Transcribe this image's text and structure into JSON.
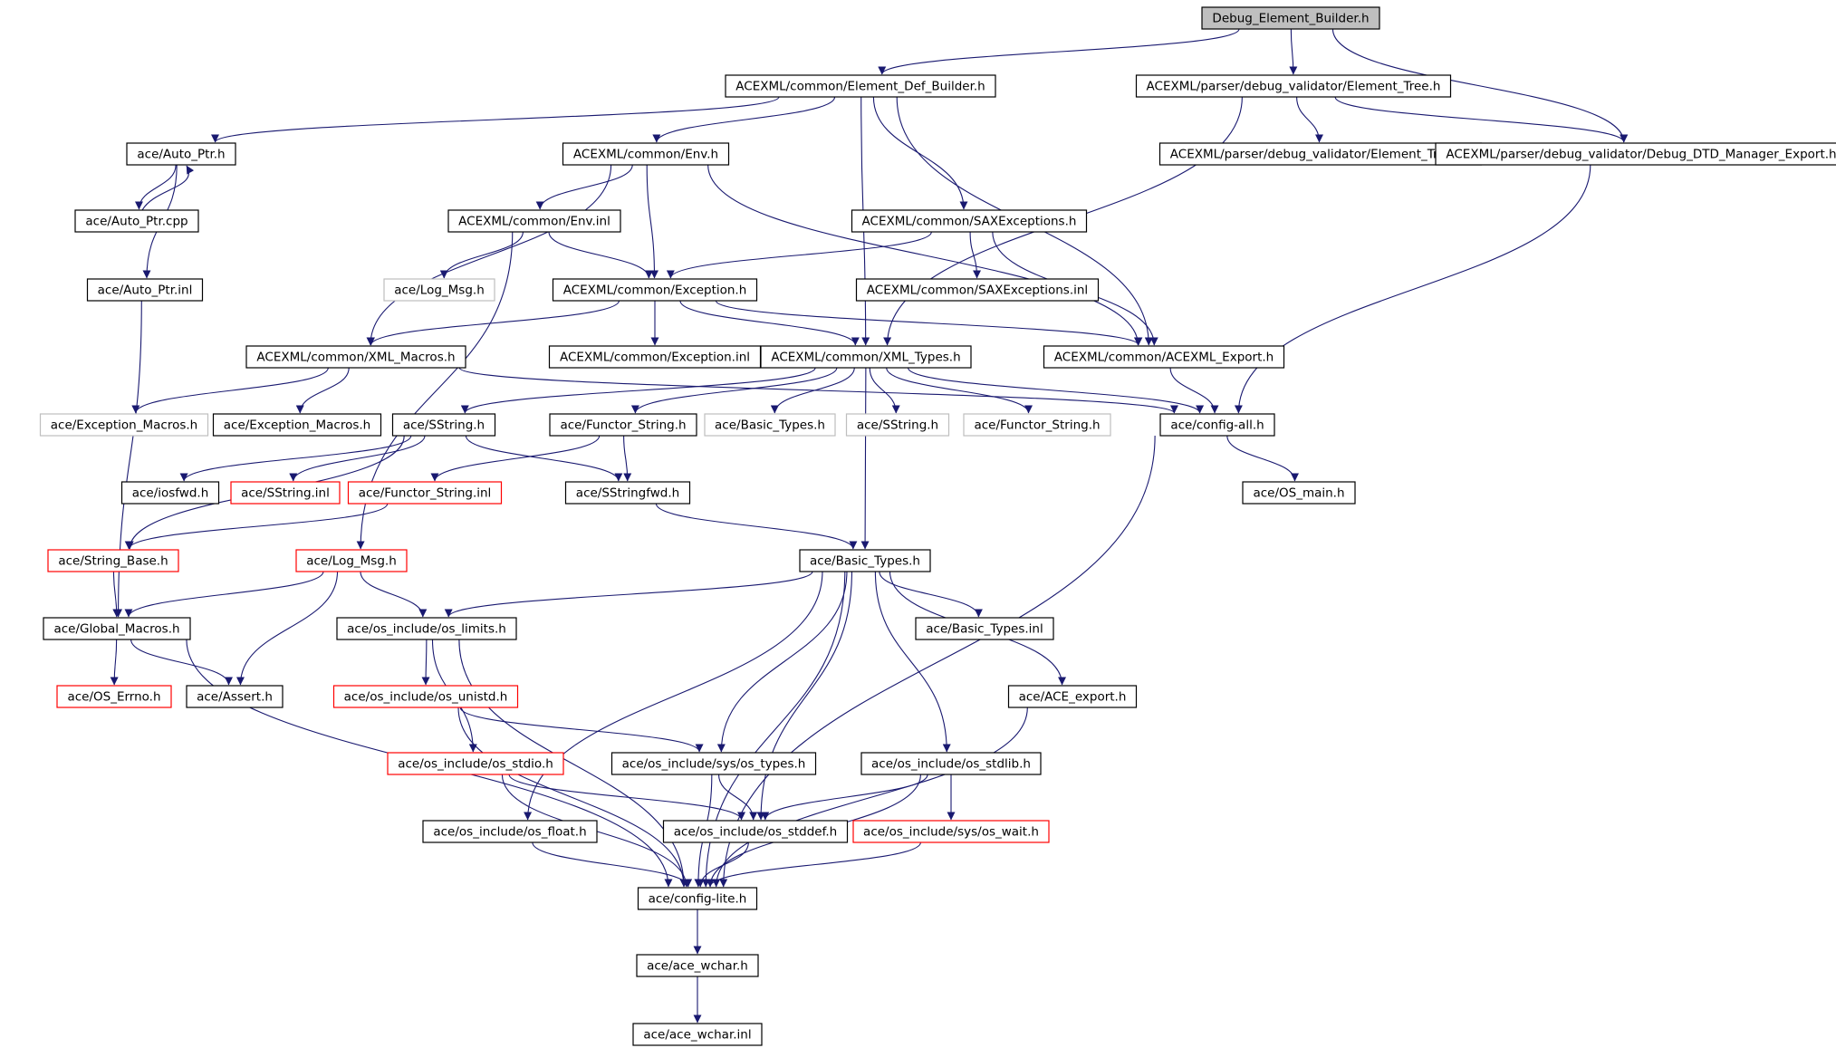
{
  "colors": {
    "edge": "#191970",
    "root_fill": "#bfbfbf",
    "default_border": "#000000",
    "partial_border": "#ff0000",
    "missing_border": "#bfbfbf",
    "missing_text": "#7f7f7f"
  },
  "nodes": [
    {
      "id": "root",
      "label": "Debug_Element_Builder.h",
      "kind": "root"
    },
    {
      "id": "edb",
      "label": "ACEXML/common/Element_Def_Builder.h",
      "kind": "default"
    },
    {
      "id": "et",
      "label": "ACEXML/parser/debug_validator/Element_Tree.h",
      "kind": "default"
    },
    {
      "id": "autoptr",
      "label": "ace/Auto_Ptr.h",
      "kind": "default"
    },
    {
      "id": "env",
      "label": "ACEXML/common/Env.h",
      "kind": "default"
    },
    {
      "id": "etinl",
      "label": "ACEXML/parser/debug_validator/Element_Tree.inl",
      "kind": "default"
    },
    {
      "id": "dtdexp",
      "label": "ACEXML/parser/debug_validator/Debug_DTD_Manager_Export.h",
      "kind": "default"
    },
    {
      "id": "autoptrcpp",
      "label": "ace/Auto_Ptr.cpp",
      "kind": "default"
    },
    {
      "id": "envinl",
      "label": "ACEXML/common/Env.inl",
      "kind": "default"
    },
    {
      "id": "saxexc",
      "label": "ACEXML/common/SAXExceptions.h",
      "kind": "default"
    },
    {
      "id": "autoptrinl",
      "label": "ace/Auto_Ptr.inl",
      "kind": "default"
    },
    {
      "id": "logmsg_miss",
      "label": "ace/Log_Msg.h",
      "kind": "missing"
    },
    {
      "id": "exc",
      "label": "ACEXML/common/Exception.h",
      "kind": "default"
    },
    {
      "id": "saxexcinl",
      "label": "ACEXML/common/SAXExceptions.inl",
      "kind": "default"
    },
    {
      "id": "xmlmacros",
      "label": "ACEXML/common/XML_Macros.h",
      "kind": "default"
    },
    {
      "id": "excinl",
      "label": "ACEXML/common/Exception.inl",
      "kind": "default"
    },
    {
      "id": "xmltypes",
      "label": "ACEXML/common/XML_Types.h",
      "kind": "default"
    },
    {
      "id": "acexmlexp",
      "label": "ACEXML/common/ACEXML_Export.h",
      "kind": "default"
    },
    {
      "id": "excmac_miss",
      "label": "ace/Exception_Macros.h",
      "kind": "missing"
    },
    {
      "id": "excmac",
      "label": "ace/Exception_Macros.h",
      "kind": "default"
    },
    {
      "id": "sstring",
      "label": "ace/SString.h",
      "kind": "default"
    },
    {
      "id": "functor",
      "label": "ace/Functor_String.h",
      "kind": "default"
    },
    {
      "id": "basictypes_miss",
      "label": "ace/Basic_Types.h",
      "kind": "missing"
    },
    {
      "id": "sstring_miss",
      "label": "ace/SString.h",
      "kind": "missing"
    },
    {
      "id": "functor_miss",
      "label": "ace/Functor_String.h",
      "kind": "missing"
    },
    {
      "id": "configall",
      "label": "ace/config-all.h",
      "kind": "default"
    },
    {
      "id": "iosfwd",
      "label": "ace/iosfwd.h",
      "kind": "default"
    },
    {
      "id": "sstringinl",
      "label": "ace/SString.inl",
      "kind": "partial"
    },
    {
      "id": "functorinl",
      "label": "ace/Functor_String.inl",
      "kind": "partial"
    },
    {
      "id": "sstringfwd",
      "label": "ace/SStringfwd.h",
      "kind": "default"
    },
    {
      "id": "osmain",
      "label": "ace/OS_main.h",
      "kind": "default"
    },
    {
      "id": "stringbase",
      "label": "ace/String_Base.h",
      "kind": "partial"
    },
    {
      "id": "logmsg",
      "label": "ace/Log_Msg.h",
      "kind": "partial"
    },
    {
      "id": "basictypes",
      "label": "ace/Basic_Types.h",
      "kind": "default"
    },
    {
      "id": "globalmacros",
      "label": "ace/Global_Macros.h",
      "kind": "default"
    },
    {
      "id": "oslimits",
      "label": "ace/os_include/os_limits.h",
      "kind": "default"
    },
    {
      "id": "basictypesinl",
      "label": "ace/Basic_Types.inl",
      "kind": "default"
    },
    {
      "id": "oserrno",
      "label": "ace/OS_Errno.h",
      "kind": "partial"
    },
    {
      "id": "assert",
      "label": "ace/Assert.h",
      "kind": "default"
    },
    {
      "id": "osunistd",
      "label": "ace/os_include/os_unistd.h",
      "kind": "partial"
    },
    {
      "id": "aceexport",
      "label": "ace/ACE_export.h",
      "kind": "default"
    },
    {
      "id": "osstdio",
      "label": "ace/os_include/os_stdio.h",
      "kind": "partial"
    },
    {
      "id": "ostypes",
      "label": "ace/os_include/sys/os_types.h",
      "kind": "default"
    },
    {
      "id": "osstdlib",
      "label": "ace/os_include/os_stdlib.h",
      "kind": "default"
    },
    {
      "id": "osfloat",
      "label": "ace/os_include/os_float.h",
      "kind": "default"
    },
    {
      "id": "osstddef",
      "label": "ace/os_include/os_stddef.h",
      "kind": "default"
    },
    {
      "id": "oswait",
      "label": "ace/os_include/sys/os_wait.h",
      "kind": "partial"
    },
    {
      "id": "configlite",
      "label": "ace/config-lite.h",
      "kind": "default"
    },
    {
      "id": "acewchar",
      "label": "ace/ace_wchar.h",
      "kind": "default"
    },
    {
      "id": "acewcharinl",
      "label": "ace/ace_wchar.inl",
      "kind": "default"
    }
  ],
  "edges": [
    [
      "root",
      "edb"
    ],
    [
      "root",
      "et"
    ],
    [
      "root",
      "dtdexp"
    ],
    [
      "edb",
      "autoptr"
    ],
    [
      "edb",
      "env"
    ],
    [
      "edb",
      "xmltypes"
    ],
    [
      "edb",
      "saxexc"
    ],
    [
      "edb",
      "acexmlexp"
    ],
    [
      "et",
      "etinl"
    ],
    [
      "et",
      "dtdexp"
    ],
    [
      "et",
      "xmltypes"
    ],
    [
      "dtdexp",
      "configall"
    ],
    [
      "autoptr",
      "autoptrcpp"
    ],
    [
      "autoptrcpp",
      "autoptr"
    ],
    [
      "autoptr",
      "autoptrinl"
    ],
    [
      "autoptrinl",
      "globalmacros"
    ],
    [
      "env",
      "envinl"
    ],
    [
      "env",
      "exc"
    ],
    [
      "env",
      "xmlmacros"
    ],
    [
      "env",
      "acexmlexp"
    ],
    [
      "envinl",
      "logmsg_miss"
    ],
    [
      "envinl",
      "exc"
    ],
    [
      "envinl",
      "logmsg"
    ],
    [
      "saxexc",
      "exc"
    ],
    [
      "saxexc",
      "saxexcinl"
    ],
    [
      "saxexc",
      "acexmlexp"
    ],
    [
      "exc",
      "xmlmacros"
    ],
    [
      "exc",
      "excinl"
    ],
    [
      "exc",
      "xmltypes"
    ],
    [
      "exc",
      "acexmlexp"
    ],
    [
      "xmlmacros",
      "excmac_miss"
    ],
    [
      "xmlmacros",
      "excmac"
    ],
    [
      "xmlmacros",
      "configall"
    ],
    [
      "xmltypes",
      "sstring"
    ],
    [
      "xmltypes",
      "functor"
    ],
    [
      "xmltypes",
      "basictypes_miss"
    ],
    [
      "xmltypes",
      "sstring_miss"
    ],
    [
      "xmltypes",
      "functor_miss"
    ],
    [
      "xmltypes",
      "configall"
    ],
    [
      "xmltypes",
      "basictypes"
    ],
    [
      "acexmlexp",
      "configall"
    ],
    [
      "configall",
      "osmain"
    ],
    [
      "configall",
      "configlite"
    ],
    [
      "sstring",
      "iosfwd"
    ],
    [
      "sstring",
      "sstringinl"
    ],
    [
      "sstring",
      "stringbase"
    ],
    [
      "sstring",
      "sstringfwd"
    ],
    [
      "functor",
      "functorinl"
    ],
    [
      "functor",
      "sstringfwd"
    ],
    [
      "functorinl",
      "stringbase"
    ],
    [
      "sstringfwd",
      "basictypes"
    ],
    [
      "stringbase",
      "globalmacros"
    ],
    [
      "logmsg",
      "globalmacros"
    ],
    [
      "logmsg",
      "oslimits"
    ],
    [
      "logmsg",
      "assert"
    ],
    [
      "basictypes",
      "oslimits"
    ],
    [
      "basictypes",
      "basictypesinl"
    ],
    [
      "basictypes",
      "aceexport"
    ],
    [
      "basictypes",
      "ostypes"
    ],
    [
      "basictypes",
      "osstdlib"
    ],
    [
      "basictypes",
      "osfloat"
    ],
    [
      "basictypes",
      "osstddef"
    ],
    [
      "basictypes",
      "configlite"
    ],
    [
      "globalmacros",
      "oserrno"
    ],
    [
      "globalmacros",
      "assert"
    ],
    [
      "globalmacros",
      "configlite"
    ],
    [
      "oslimits",
      "osunistd"
    ],
    [
      "oslimits",
      "osstdio"
    ],
    [
      "oslimits",
      "configlite"
    ],
    [
      "osunistd",
      "ostypes"
    ],
    [
      "osunistd",
      "configlite"
    ],
    [
      "osstdio",
      "osstddef"
    ],
    [
      "osstdio",
      "configlite"
    ],
    [
      "ostypes",
      "osstddef"
    ],
    [
      "ostypes",
      "configlite"
    ],
    [
      "osstdlib",
      "osstddef"
    ],
    [
      "osstdlib",
      "oswait"
    ],
    [
      "osstdlib",
      "configlite"
    ],
    [
      "osfloat",
      "configlite"
    ],
    [
      "osstddef",
      "configlite"
    ],
    [
      "oswait",
      "configlite"
    ],
    [
      "aceexport",
      "configlite"
    ],
    [
      "configlite",
      "acewchar"
    ],
    [
      "acewchar",
      "acewcharinl"
    ]
  ]
}
